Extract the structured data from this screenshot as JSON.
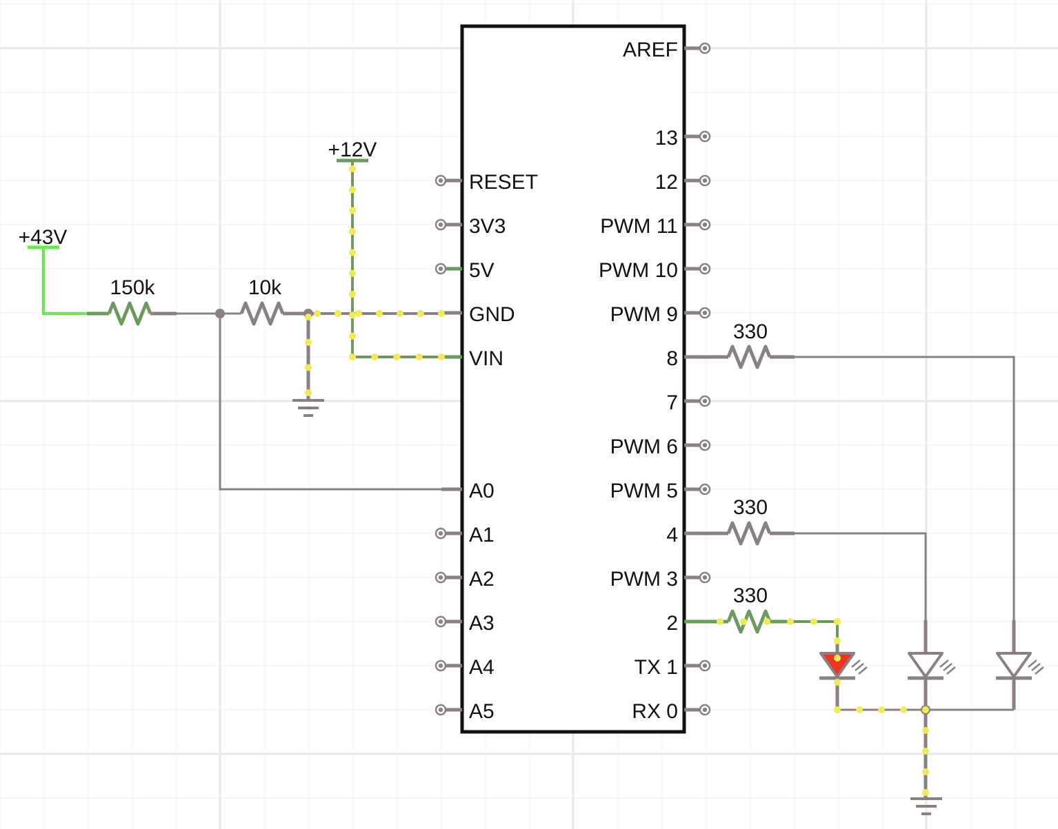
{
  "colors": {
    "wire": "#8a7f82",
    "wire_active": "#6c9a5e",
    "wire_hot": "#66ee44",
    "dot_flow": "#f2ea55",
    "chip_border": "#111111",
    "led_on": "#ee3322",
    "pin_end": "#8a7f82",
    "grid_minor": "#eef0f6",
    "grid_major": "#e6e8f0"
  },
  "power": {
    "v43": "+43V",
    "v12": "+12V"
  },
  "resistors": {
    "r1": "150k",
    "r2": "10k",
    "r3": "330",
    "r4": "330",
    "r5": "330"
  },
  "chip": {
    "left_pins": [
      "RESET",
      "3V3",
      "5V",
      "GND",
      "VIN",
      "A0",
      "A1",
      "A2",
      "A3",
      "A4",
      "A5"
    ],
    "right_pins": [
      "AREF",
      "13",
      "12",
      "PWM 11",
      "PWM 10",
      "PWM 9",
      "8",
      "7",
      "PWM 6",
      "PWM 5",
      "4",
      "PWM 3",
      "2",
      "TX 1",
      "RX 0"
    ]
  },
  "leds": [
    {
      "name": "led-1",
      "lit": true
    },
    {
      "name": "led-2",
      "lit": false
    },
    {
      "name": "led-3",
      "lit": false
    }
  ],
  "icons": [
    "ground-icon",
    "resistor-icon",
    "led-icon",
    "pin-terminal-icon",
    "power-rail-icon"
  ]
}
